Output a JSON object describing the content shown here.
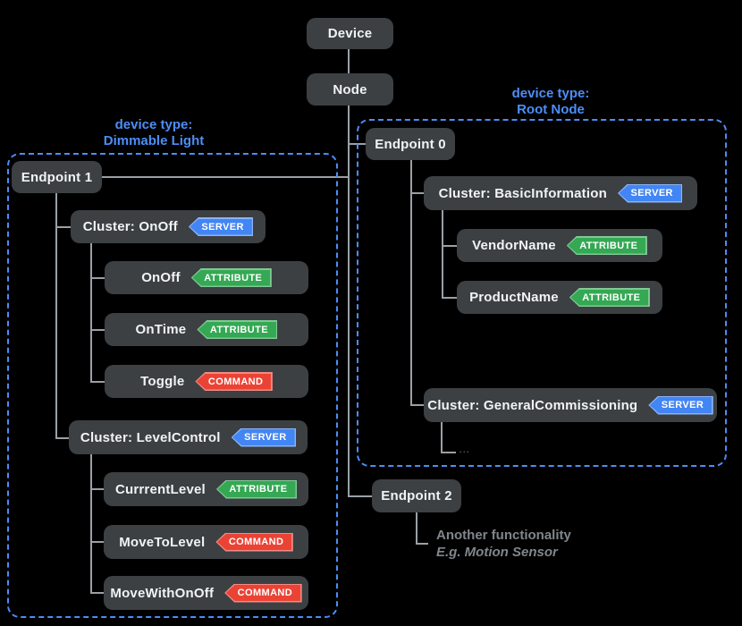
{
  "palette": {
    "background": "#000000",
    "box_fill": "#3c4043",
    "box_text": "#f1f3f4",
    "connector": "#9aa0a6",
    "group_border": "#4c8df6",
    "group_label_text": "#4d8ef7",
    "badge_server_fill": "#4285f4",
    "badge_server_border": "#8ab4f8",
    "badge_attribute_fill": "#34a853",
    "badge_attribute_border": "#81c995",
    "badge_command_fill": "#ea4335",
    "badge_command_border": "#f28b82",
    "note_text": "#80868b"
  },
  "tree": {
    "device": "Device",
    "node": "Node"
  },
  "left_group": {
    "type_caption": "device type:",
    "type_name": "Dimmable Light",
    "endpoint_label": "Endpoint 1",
    "clusters": [
      {
        "label": "Cluster: OnOff",
        "badge": "SERVER"
      },
      {
        "label": "Cluster: LevelControl",
        "badge": "SERVER"
      }
    ],
    "items": [
      {
        "label": "OnOff",
        "badge": "ATTRIBUTE"
      },
      {
        "label": "OnTime",
        "badge": "ATTRIBUTE"
      },
      {
        "label": "Toggle",
        "badge": "COMMAND"
      },
      {
        "label": "CurrrentLevel",
        "badge": "ATTRIBUTE"
      },
      {
        "label": "MoveToLevel",
        "badge": "COMMAND"
      },
      {
        "label": "MoveWithOnOff",
        "badge": "COMMAND"
      }
    ]
  },
  "right_group": {
    "type_caption": "device type:",
    "type_name": "Root Node",
    "endpoint_label": "Endpoint 0",
    "clusters": [
      {
        "label": "Cluster: BasicInformation",
        "badge": "SERVER"
      },
      {
        "label": "Cluster: GeneralCommissioning",
        "badge": "SERVER"
      }
    ],
    "items": [
      {
        "label": "VendorName",
        "badge": "ATTRIBUTE"
      },
      {
        "label": "ProductName",
        "badge": "ATTRIBUTE"
      }
    ],
    "ellipsis": "..."
  },
  "endpoint2": {
    "label": "Endpoint 2",
    "note_line1": "Another functionality",
    "note_line2": "E.g. Motion Sensor"
  }
}
